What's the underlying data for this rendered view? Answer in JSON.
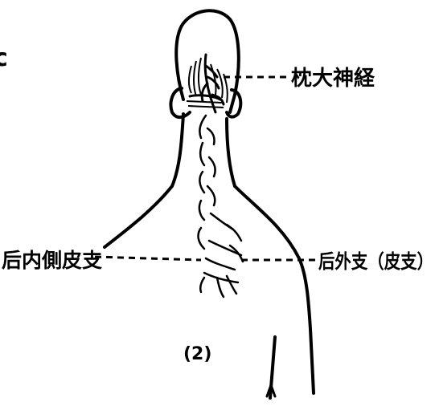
{
  "figure": {
    "edge_mark": "c",
    "panel_label": "(2)",
    "labels": {
      "occipital": "枕大神経",
      "medial": "后内側皮支",
      "lateral": "后外支（皮支）"
    }
  },
  "colors": {
    "ink": "#000000",
    "background": "#ffffff"
  }
}
